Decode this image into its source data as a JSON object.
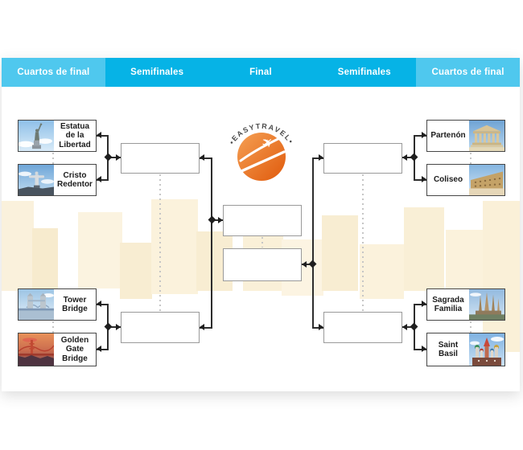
{
  "header": {
    "columns": [
      {
        "label": "Cuartos de final"
      },
      {
        "label": "Semifinales"
      },
      {
        "label": "Final"
      },
      {
        "label": "Semifinales"
      },
      {
        "label": "Cuartos de final"
      }
    ]
  },
  "logo": {
    "arc_text": "•EASYTRAVEL•"
  },
  "teams": {
    "estatua": {
      "name": "Estatua de la Libertad",
      "image": "statue-of-liberty-photo"
    },
    "cristo": {
      "name": "Cristo Redentor",
      "image": "cristo-redentor-photo"
    },
    "tower": {
      "name": "Tower Bridge",
      "image": "tower-bridge-photo"
    },
    "golden": {
      "name": "Golden Gate Bridge",
      "image": "golden-gate-bridge-photo"
    },
    "partenon": {
      "name": "Partenón",
      "image": "parthenon-photo"
    },
    "coliseo": {
      "name": "Coliseo",
      "image": "colosseum-photo"
    },
    "sagrada": {
      "name": "Sagrada Familia",
      "image": "sagrada-familia-photo"
    },
    "saintbasil": {
      "name": "Saint Basil",
      "image": "saint-basil-photo"
    }
  },
  "slots": {
    "semifinal_left_top": "",
    "semifinal_left_bottom": "",
    "semifinal_right_top": "",
    "semifinal_right_bottom": "",
    "final_top": "",
    "final_bottom": ""
  },
  "colors": {
    "header_light": "#4FC8EE",
    "header_dark": "#06B3E6",
    "logo_orange_light": "#F5A054",
    "logo_orange_dark": "#E05A0C",
    "line": "#2d2d2d"
  }
}
